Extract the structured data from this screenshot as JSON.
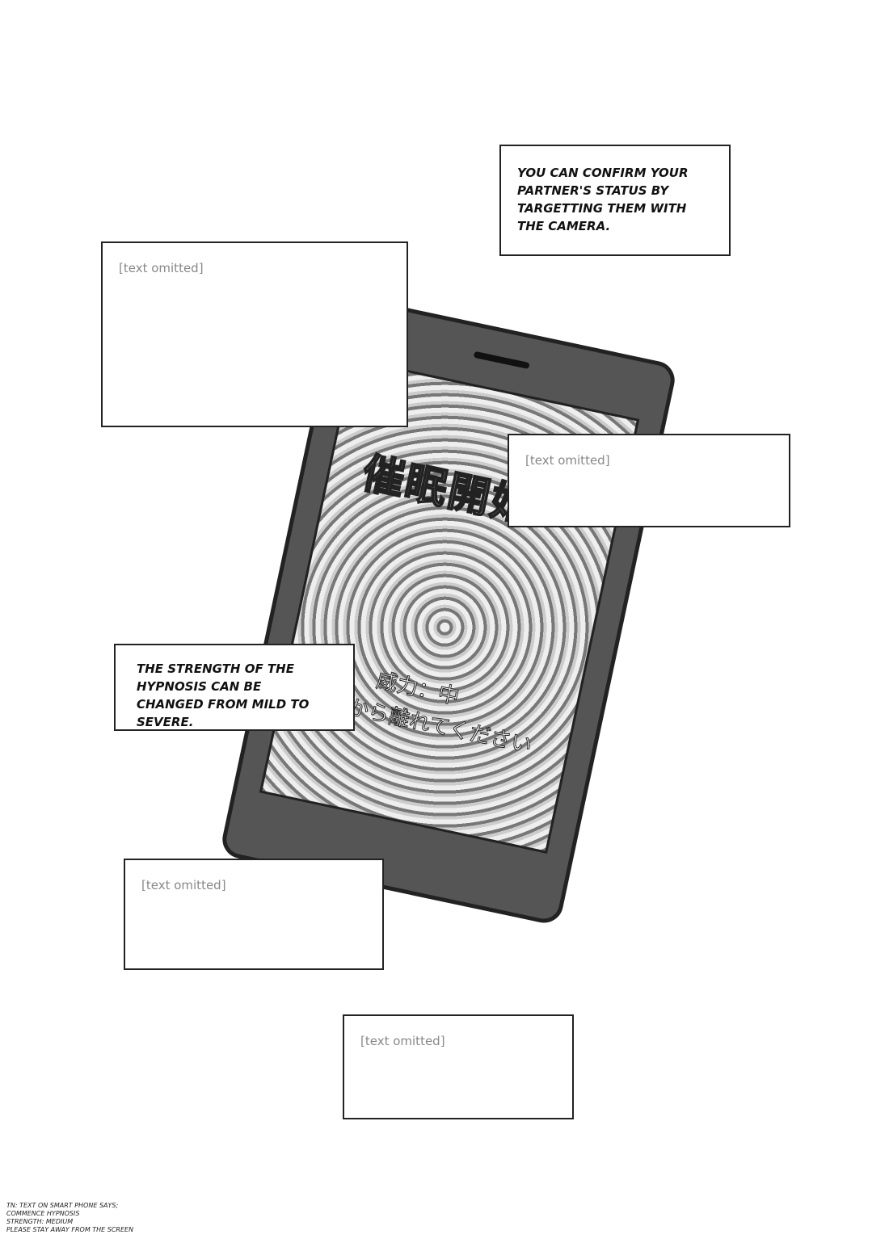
{
  "captions": {
    "camera": "You can confirm your partner's status by targetting them with the camera.",
    "omitted": "[text omitted]",
    "strength": "The strength of the hypnosis can be changed from mild to severe."
  },
  "phone": {
    "title": "催眠開始",
    "strength_line": "威力：中",
    "warning_line": "画面から離れてください"
  },
  "translator_note": {
    "line1": "TN: Text on smart phone says;",
    "line2": "Commence hypnosis",
    "line3": "Strength: Medium",
    "line4": "Please stay away from the screen"
  }
}
